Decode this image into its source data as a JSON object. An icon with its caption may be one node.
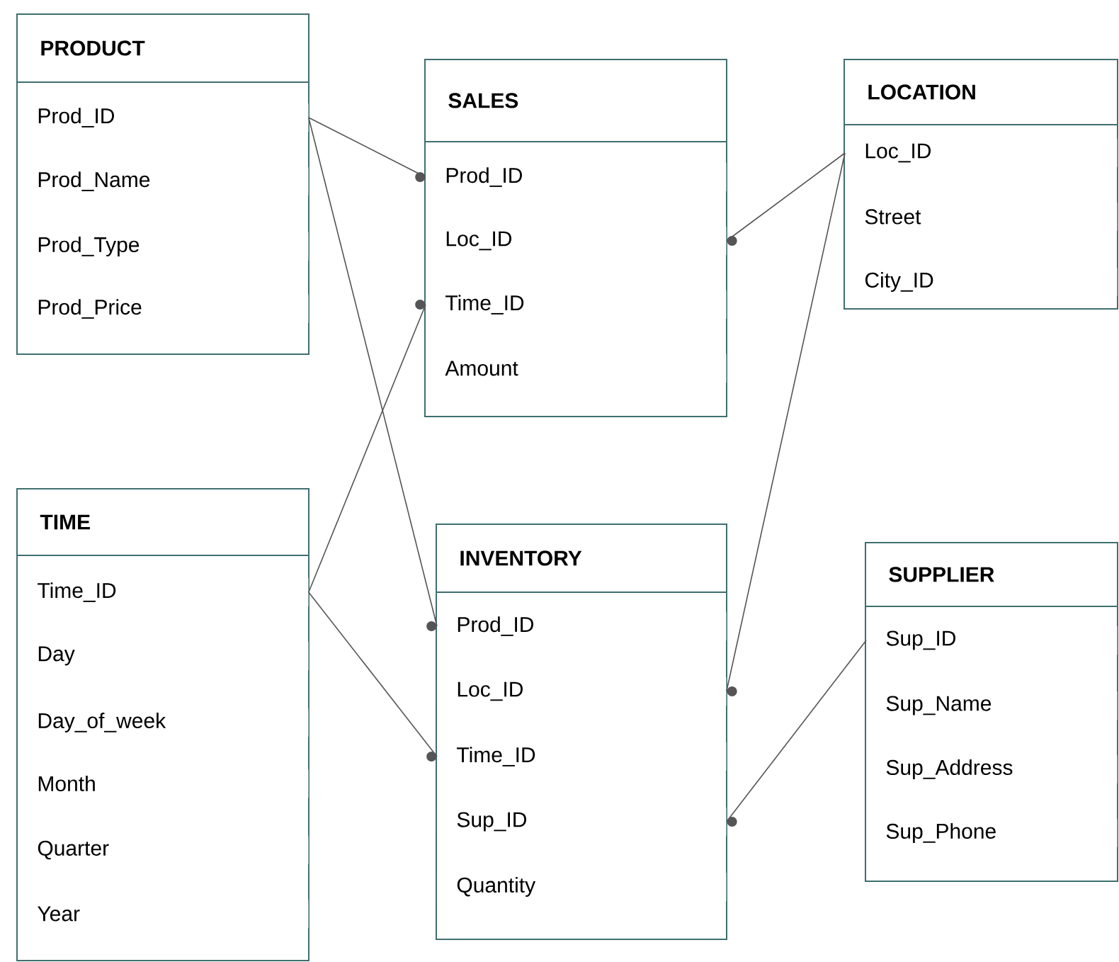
{
  "diagram": {
    "nodes": [
      {
        "text": [
          "PRODUCT"
        ]
      },
      {
        "text": [
          "Prod_ID"
        ],
        "in": 0
      },
      {
        "text": [
          "Prod_Name"
        ],
        "in": 0
      },
      {
        "text": [
          "Prod_Type"
        ],
        "in": 0
      },
      {
        "text": [
          "Prod_Price"
        ],
        "in": 0
      },
      {
        "text": [
          "SALES"
        ]
      },
      {
        "text": [
          "Prod_ID"
        ],
        "in": 5
      },
      {
        "text": [
          "Loc_ID"
        ],
        "in": 5
      },
      {
        "text": [
          "Time_ID"
        ],
        "in": 5
      },
      {
        "text": [
          "Amount"
        ],
        "in": 5
      },
      {
        "text": [
          "LOCATION"
        ]
      },
      {
        "text": [
          "Loc_ID"
        ],
        "in": 10
      },
      {
        "text": [
          "Street"
        ],
        "in": 10
      },
      {
        "text": [
          "City_ID"
        ],
        "in": 10
      },
      {
        "text": [
          "TIME"
        ]
      },
      {
        "text": [
          "Time_ID"
        ],
        "in": 14
      },
      {
        "text": [
          "Day"
        ],
        "in": 14
      },
      {
        "text": [
          "Day_of_week"
        ],
        "in": 14
      },
      {
        "text": [
          "Month"
        ],
        "in": 14
      },
      {
        "text": [
          "Quarter"
        ],
        "in": 14
      },
      {
        "text": [
          "Year"
        ],
        "in": 14
      },
      {
        "text": [
          "INVENTORY"
        ]
      },
      {
        "text": [
          "Prod_ID"
        ],
        "in": 21
      },
      {
        "text": [
          "Loc_ID"
        ],
        "in": 21
      },
      {
        "text": [
          "Time_ID"
        ],
        "in": 21
      },
      {
        "text": [
          "Sup_ID"
        ],
        "in": 21
      },
      {
        "text": [
          "Quantity"
        ],
        "in": 21
      },
      {
        "text": [
          "SUPPLIER"
        ]
      },
      {
        "text": [
          "Sup_ID"
        ],
        "in": 27
      },
      {
        "text": [
          "Sup_Name"
        ],
        "in": 27
      },
      {
        "text": [
          "Sup_Address"
        ],
        "in": 27
      },
      {
        "text": [
          "Sup_Phone"
        ],
        "in": 27
      }
    ],
    "edges": [
      {
        "from": 1,
        "to": 6,
        "arrow": "other"
      },
      {
        "from": 1,
        "to": 22,
        "arrow": "other"
      },
      {
        "from": 15,
        "to": 8,
        "arrow": "other"
      },
      {
        "from": 15,
        "to": 24,
        "arrow": "other"
      },
      {
        "from": 11,
        "to": 7,
        "arrow": "other"
      },
      {
        "from": 11,
        "to": 23,
        "arrow": "other"
      },
      {
        "from": 28,
        "to": 25,
        "arrow": "other"
      }
    ]
  }
}
